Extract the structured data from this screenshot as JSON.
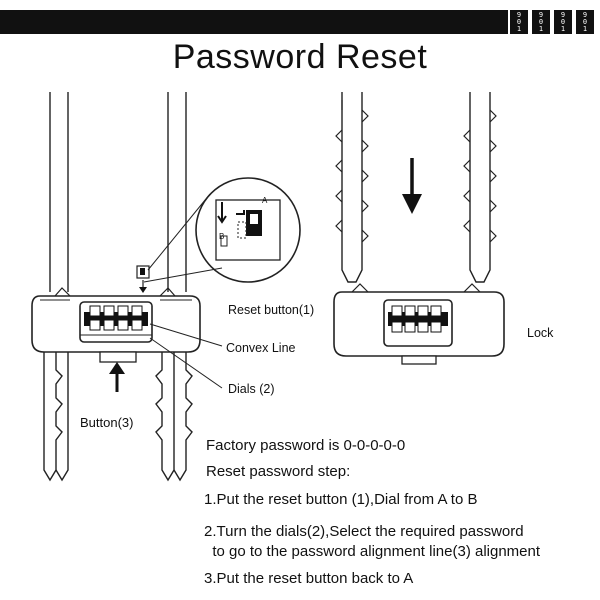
{
  "header": {
    "title": "Password Reset",
    "corner_digits": [
      "9",
      "0",
      "1"
    ]
  },
  "labels": {
    "reset_button": "Reset button(1)",
    "convex_line": "Convex Line",
    "dials": "Dials (2)",
    "button": "Button(3)",
    "lock": "Lock",
    "inset_a": "A",
    "inset_b": "B"
  },
  "instructions": {
    "factory": "Factory password is 0-0-0-0-0",
    "heading": "Reset password step:",
    "steps": [
      "1.Put the reset button (1),Dial from A to B",
      "2.Turn the dials(2),Select the required password",
      "  to go to the password alignment line(3) alignment",
      "3.Put the reset button back to A"
    ]
  }
}
